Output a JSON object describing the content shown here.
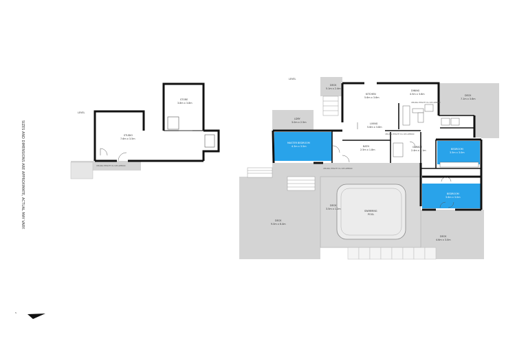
{
  "side_note": "SIZES AND DIMENSIONS ARE APPROXIMATE, ACTUAL MAY VARY.",
  "compass_label": "N",
  "level_labels": {
    "left": "LEVEL",
    "right": "LEVEL"
  },
  "rooms": {
    "store": {
      "name": "STORE",
      "dims": "3.8m x 3.8m"
    },
    "studio": {
      "name": "STUDIO",
      "dims": "7.6m x 3.5m"
    },
    "deck_top": {
      "name": "DECK",
      "dims": "5.1m x 2.4m"
    },
    "kitchen": {
      "name": "KITCHEN",
      "dims": "5.6m x 3.6m"
    },
    "dining": {
      "name": "DINING",
      "dims": "4.5m x 3.6m"
    },
    "deck_right": {
      "name": "DECK",
      "dims": "7.1m x 3.6m"
    },
    "laundry": {
      "name": "LDRY",
      "dims": "3.0m x 2.5m"
    },
    "living": {
      "name": "LIVING",
      "dims": "5.6m x 3.8m"
    },
    "master_bedroom": {
      "name": "MASTER BEDROOM",
      "dims": "4.3m x 3.5m"
    },
    "bedroom_a": {
      "name": "BEDROOM",
      "dims": "3.5m x 3.0m"
    },
    "bedroom_b": {
      "name": "BEDROOM",
      "dims": "3.6m x 3.0m"
    },
    "bath": {
      "name": "BATH",
      "dims": "2.5m x 1.8m"
    },
    "garage": {
      "name": "GARAGE",
      "dims": "2.4m x 2.1m"
    },
    "swimming_pool": {
      "name": "SWIMMING",
      "dims": "POOL"
    },
    "deck_big": {
      "name": "DECK",
      "dims": "9.0m x 6.4m"
    },
    "deck_mid": {
      "name": "DECK",
      "dims": "3.5m x 1.2m"
    },
    "deck_br": {
      "name": "DECK",
      "dims": "4.6m x 3.0m"
    }
  },
  "ceiling_notes": {
    "left": "CEILING HEIGHT IS 2.4M APPROX",
    "main": "CEILING HEIGHT IS 2.4M APPROX",
    "mid": "CEILING HEIGHT IS 2.4M APPROX",
    "lower": "CEILING HEIGHT IS 2.4M APPROX"
  },
  "colors": {
    "wall": "#111111",
    "outdoor": "#d4d4d4",
    "bedroom_fill": "#29a3ea",
    "interior": "#ffffff",
    "paving": "#e6e6e6"
  }
}
